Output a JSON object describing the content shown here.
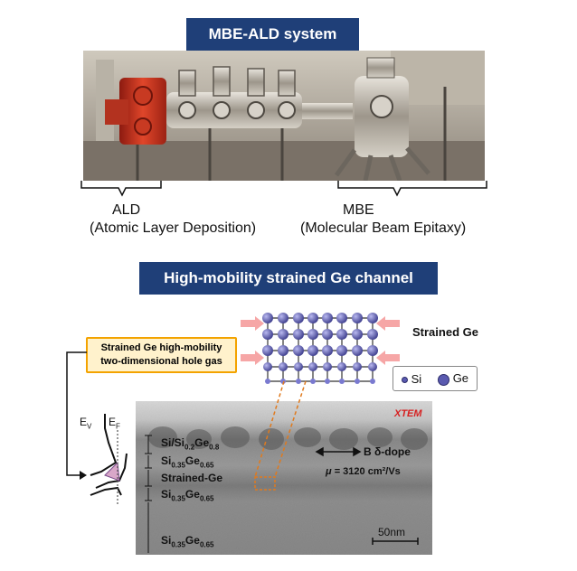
{
  "header": {
    "title": "MBE-ALD system"
  },
  "photo_labels": {
    "ald_abbr": "ALD",
    "ald_full": "(Atomic Layer Deposition)",
    "mbe_abbr": "MBE",
    "mbe_full": "(Molecular Beam Epitaxy)"
  },
  "section2": {
    "title": "High-mobility strained Ge channel"
  },
  "lattice": {
    "label": "Strained Ge"
  },
  "legend": {
    "si": "Si",
    "ge": "Ge"
  },
  "callout": {
    "line1": "Strained Ge high-mobility",
    "line2": "two-dimensional hole gas"
  },
  "band": {
    "ev": "E",
    "ev_sub": "V",
    "ef": "E",
    "ef_sub": "F"
  },
  "tem": {
    "tag": "XTEM",
    "boron": "B δ-dope",
    "mobility_mu": "μ",
    "mobility_value": " = 3120 cm²/Vs",
    "scalebar": "50nm",
    "layers": {
      "top": {
        "a": "Si/Si",
        "b": "0.2",
        "c": "Ge",
        "d": "0.8"
      },
      "buf1": {
        "a": "Si",
        "b": "0.35",
        "c": "Ge",
        "d": "0.65"
      },
      "ge": "Strained-Ge",
      "buf2": {
        "a": "Si",
        "b": "0.35",
        "c": "Ge",
        "d": "0.65"
      },
      "buf3": {
        "a": "Si",
        "b": "0.35",
        "c": "Ge",
        "d": "0.65"
      }
    }
  },
  "colors": {
    "banner": "#1f3f78",
    "callout_border": "#f3a300",
    "callout_fill": "#fff2cc",
    "lattice_atom": "#5a5ab0",
    "arrow": "#f6a6a6",
    "dash": "#e07a1e"
  }
}
